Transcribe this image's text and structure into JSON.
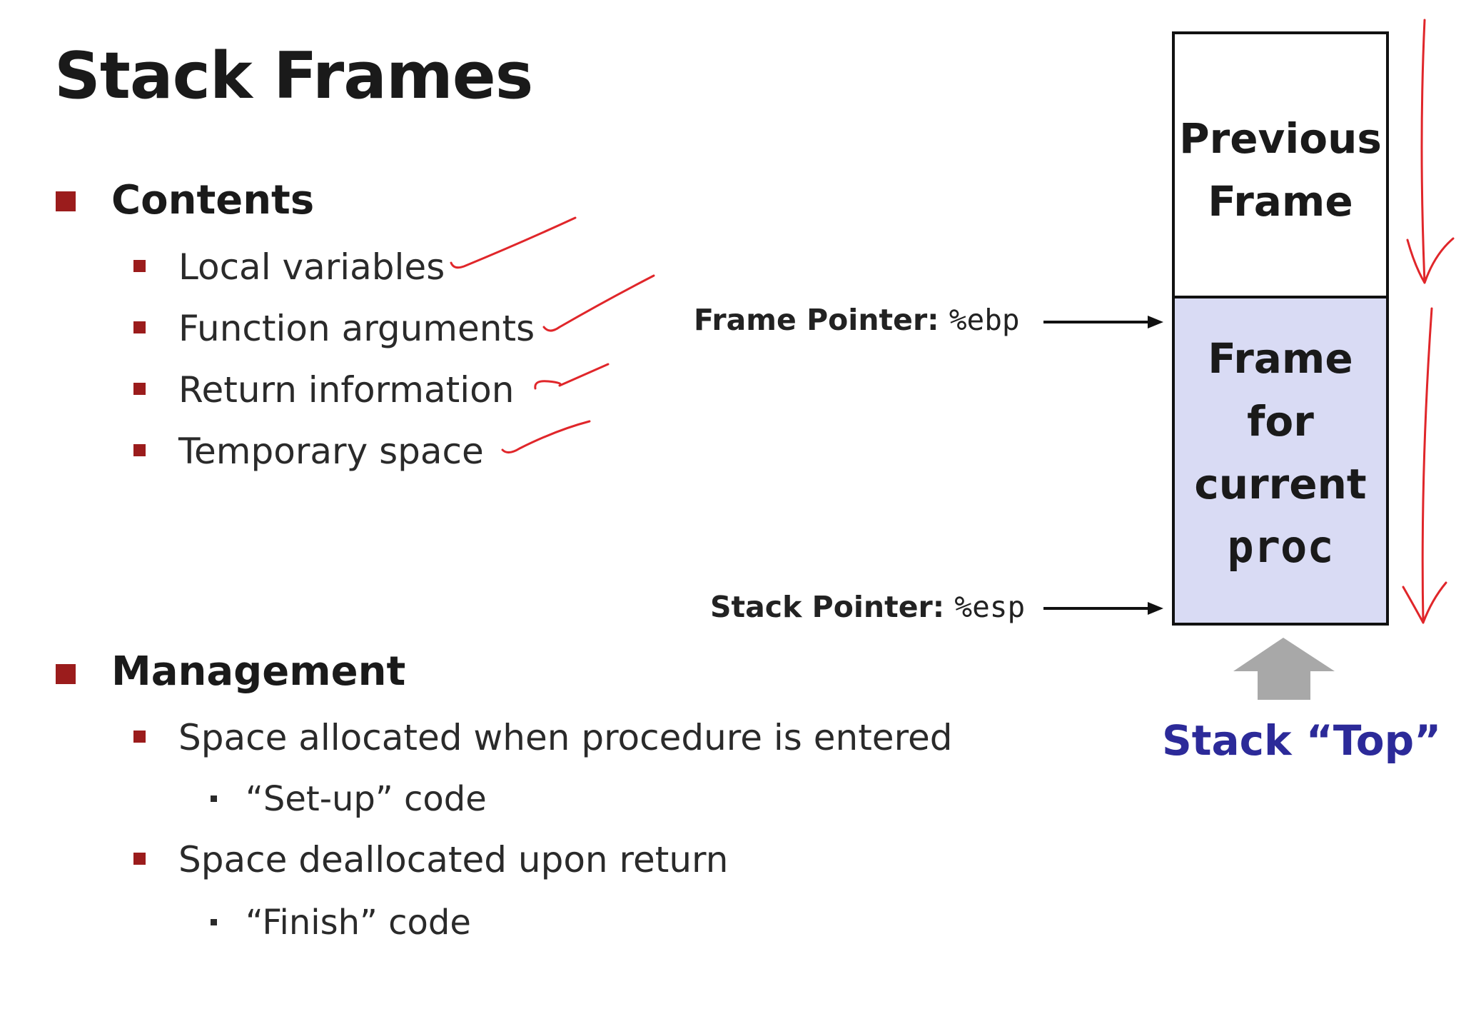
{
  "slide": {
    "title": "Stack Frames",
    "contents": {
      "heading": "Contents",
      "items": [
        "Local variables",
        "Function arguments",
        "Return information",
        "Temporary space"
      ]
    },
    "management": {
      "heading": "Management",
      "items": [
        {
          "text": "Space allocated when procedure is entered",
          "sub": "“Set-up” code"
        },
        {
          "text": "Space deallocated upon return",
          "sub": "“Finish” code"
        }
      ]
    },
    "diagram": {
      "previous_frame": [
        "Previous",
        "Frame"
      ],
      "current_frame": [
        "Frame",
        "for",
        "current"
      ],
      "current_frame_code": "proc",
      "frame_pointer_label": "Frame Pointer: ",
      "frame_pointer_reg": "%ebp",
      "stack_pointer_label": "Stack Pointer: ",
      "stack_pointer_reg": "%esp",
      "stack_top_label": "Stack “Top”"
    }
  },
  "colors": {
    "bullet": "#9b1c1c",
    "current_frame_fill": "#d9dbf4",
    "stack_top_text": "#2c2a99",
    "annotation_ink": "#e0262a",
    "up_arrow": "#a8a8a8"
  }
}
